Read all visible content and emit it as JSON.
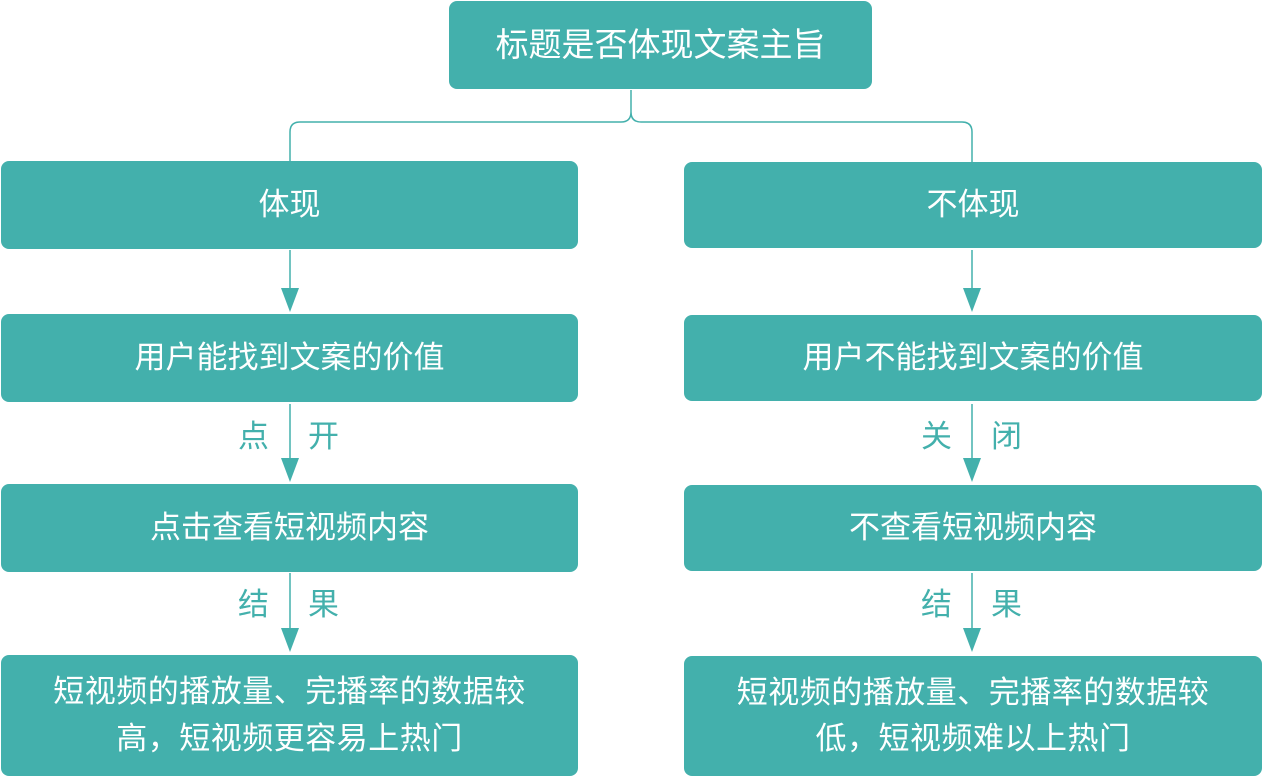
{
  "root": {
    "label": "标题是否体现文案主旨"
  },
  "left": {
    "branch": "体现",
    "step1": "用户能找到文案的价值",
    "edge1": [
      "点",
      "开"
    ],
    "step2": "点击查看短视频内容",
    "edge2": [
      "结",
      "果"
    ],
    "result_line1": "短视频的播放量、完播率的数据较",
    "result_line2": "高，短视频更容易上热门"
  },
  "right": {
    "branch": "不体现",
    "step1": "用户不能找到文案的价值",
    "edge1": [
      "关",
      "闭"
    ],
    "step2": "不查看短视频内容",
    "edge2": [
      "结",
      "果"
    ],
    "result_line1": "短视频的播放量、完播率的数据较",
    "result_line2": "低，短视频难以上热门"
  },
  "colors": {
    "box": "#43b0ac",
    "text": "#ffffff",
    "connector": "#43b0ac"
  }
}
